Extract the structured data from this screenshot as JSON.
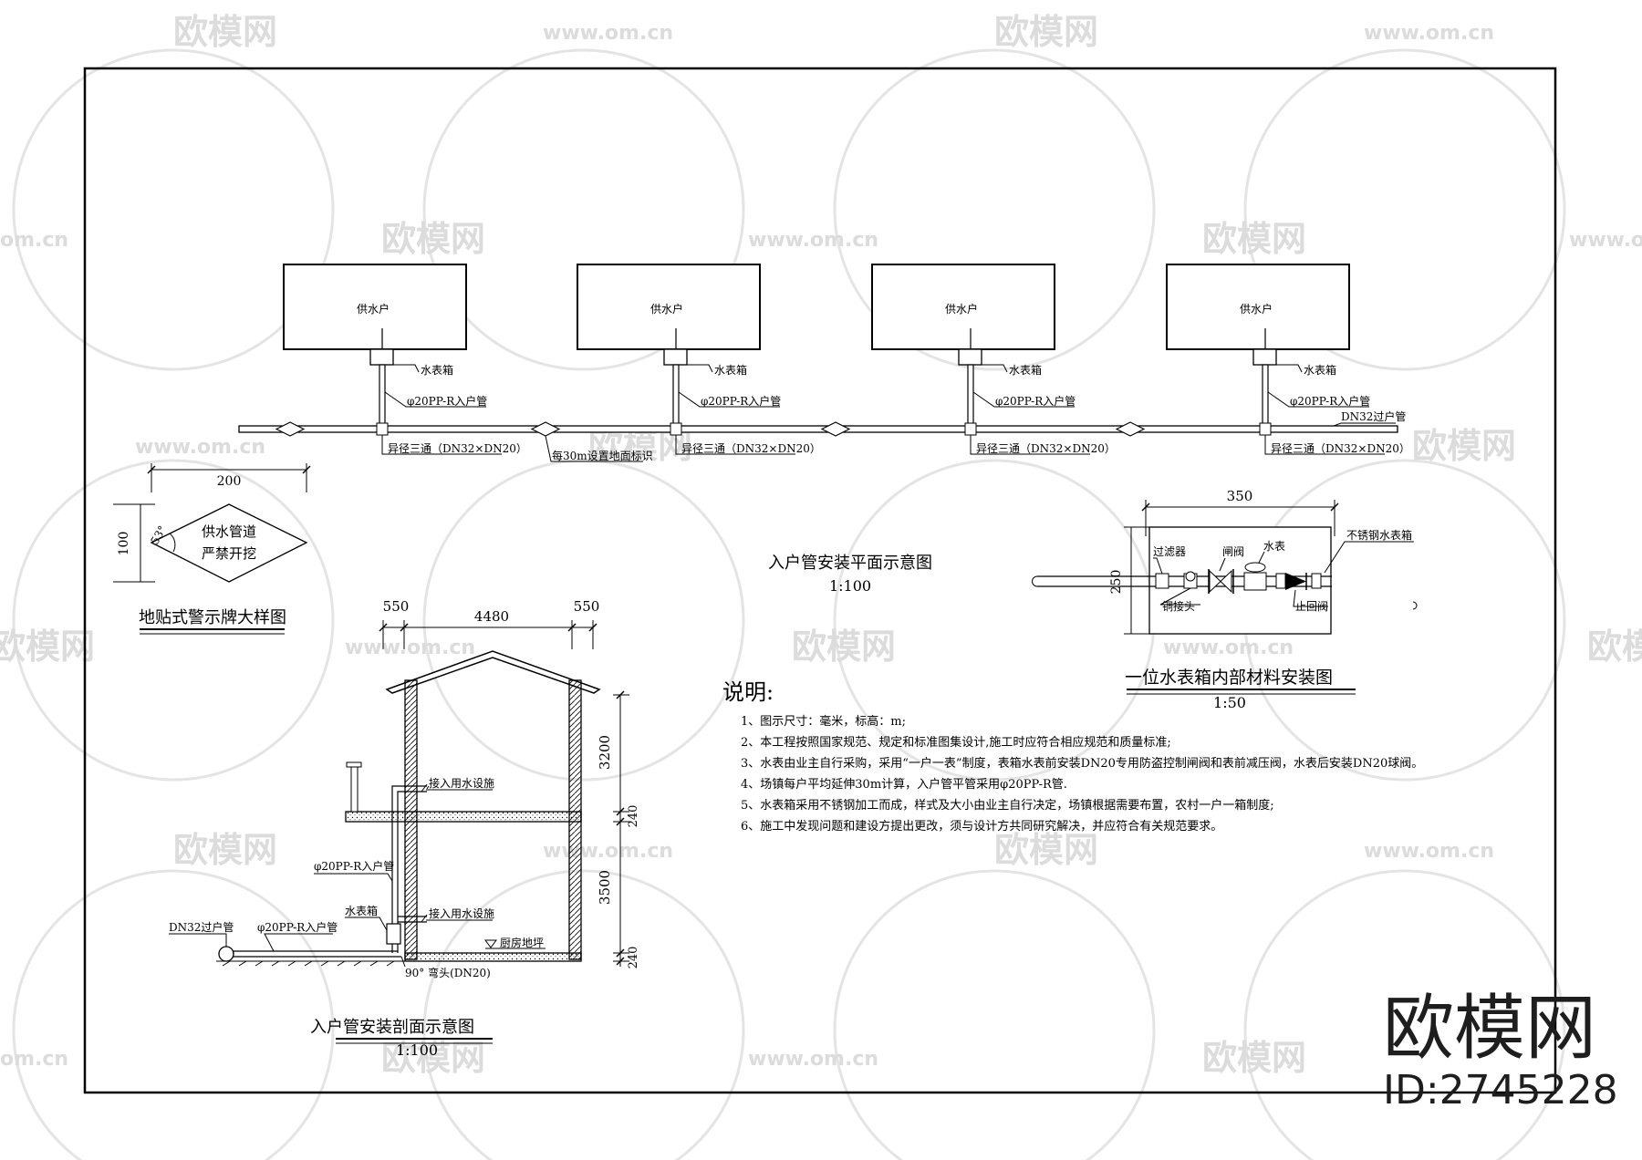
{
  "watermark": {
    "brand": "欧模网",
    "url": "www.om.cn",
    "url_fragment": "om.cn",
    "id_label": "ID:2745228"
  },
  "plan": {
    "household_label": "供水户",
    "meter_box_label": "水表箱",
    "inlet_pipe_label": "φ20PP-R入户管",
    "reducing_tee_label": "异径三通（DN32×DN20）",
    "main_pipe_label": "DN32过户管",
    "marker_note": "每30m设置地面标识",
    "title": "入户管安装平面示意图",
    "scale": "1:100"
  },
  "sign": {
    "dim_width": "200",
    "dim_height": "100",
    "angle": "53°",
    "line1": "供水管道",
    "line2": "严禁开挖",
    "title": "地贴式警示牌大样图"
  },
  "meterbox": {
    "dim_width": "350",
    "dim_height": "250",
    "filter": "过滤器",
    "gate_valve": "闸阀",
    "meter": "水表",
    "steel_box": "不锈钢水表箱",
    "copper_joint": "铜接头",
    "check_valve": "止回阀",
    "title": "一位水表箱内部材料安装图",
    "scale": "1:50"
  },
  "section": {
    "dim_left": "550",
    "dim_mid": "4480",
    "dim_right": "550",
    "dim_upper_storey": "3200",
    "dim_floor_slab": "240",
    "dim_lower_storey": "3500",
    "dim_ground_slab": "240",
    "connect_upper": "接入用水设施",
    "connect_lower": "接入用水设施",
    "inlet_pipe": "φ20PP-R入户管",
    "meter_box": "水表箱",
    "main_pipe": "DN32过户管",
    "inlet_pipe_ground": "φ20PP-R入户管",
    "kitchen_floor": "厨房地坪",
    "elbow": "90° 弯头(DN20)",
    "title": "入户管安装剖面示意图",
    "scale": "1:100"
  },
  "notes": {
    "heading": "说明:",
    "items": [
      "1、图示尺寸：毫米，标高：m;",
      "2、本工程按照国家规范、规定和标准图集设计,施工时应符合相应规范和质量标准;",
      "3、水表由业主自行采购，采用“一户一表”制度，表箱水表前安装DN20专用防盗控制闸阀和表前减压阀，水表后安装DN20球阀。",
      "4、场镇每户平均延伸30m计算，入户管平管采用φ20PP-R管.",
      "5、水表箱采用不锈钢加工而成，样式及大小由业主自行决定，场镇根据需要布置，农村一户一箱制度;",
      "6、施工中发现问题和建设方提出更改，须与设计方共同研究解决，并应符合有关规范要求。"
    ]
  }
}
